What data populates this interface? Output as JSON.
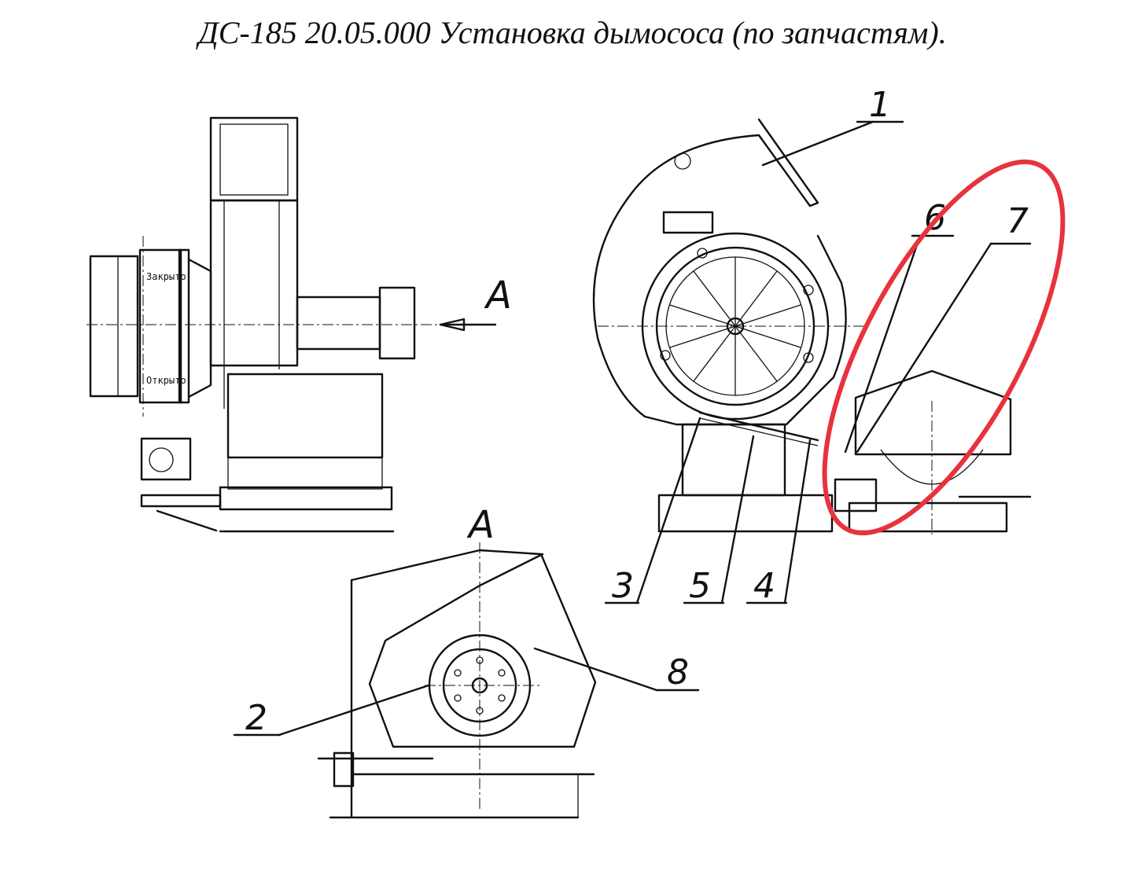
{
  "title": "ДС-185 20.05.000 Установка дымососа (по запчастям).",
  "side_view": {
    "label_closed": "Закрыто",
    "label_open": "Открыто",
    "view_arrow_label": "А"
  },
  "bottom_view": {
    "label": "А"
  },
  "callouts": [
    "1",
    "2",
    "3",
    "4",
    "5",
    "6",
    "7",
    "8"
  ],
  "highlight_color": "#e8323c",
  "line_color": "#111111"
}
